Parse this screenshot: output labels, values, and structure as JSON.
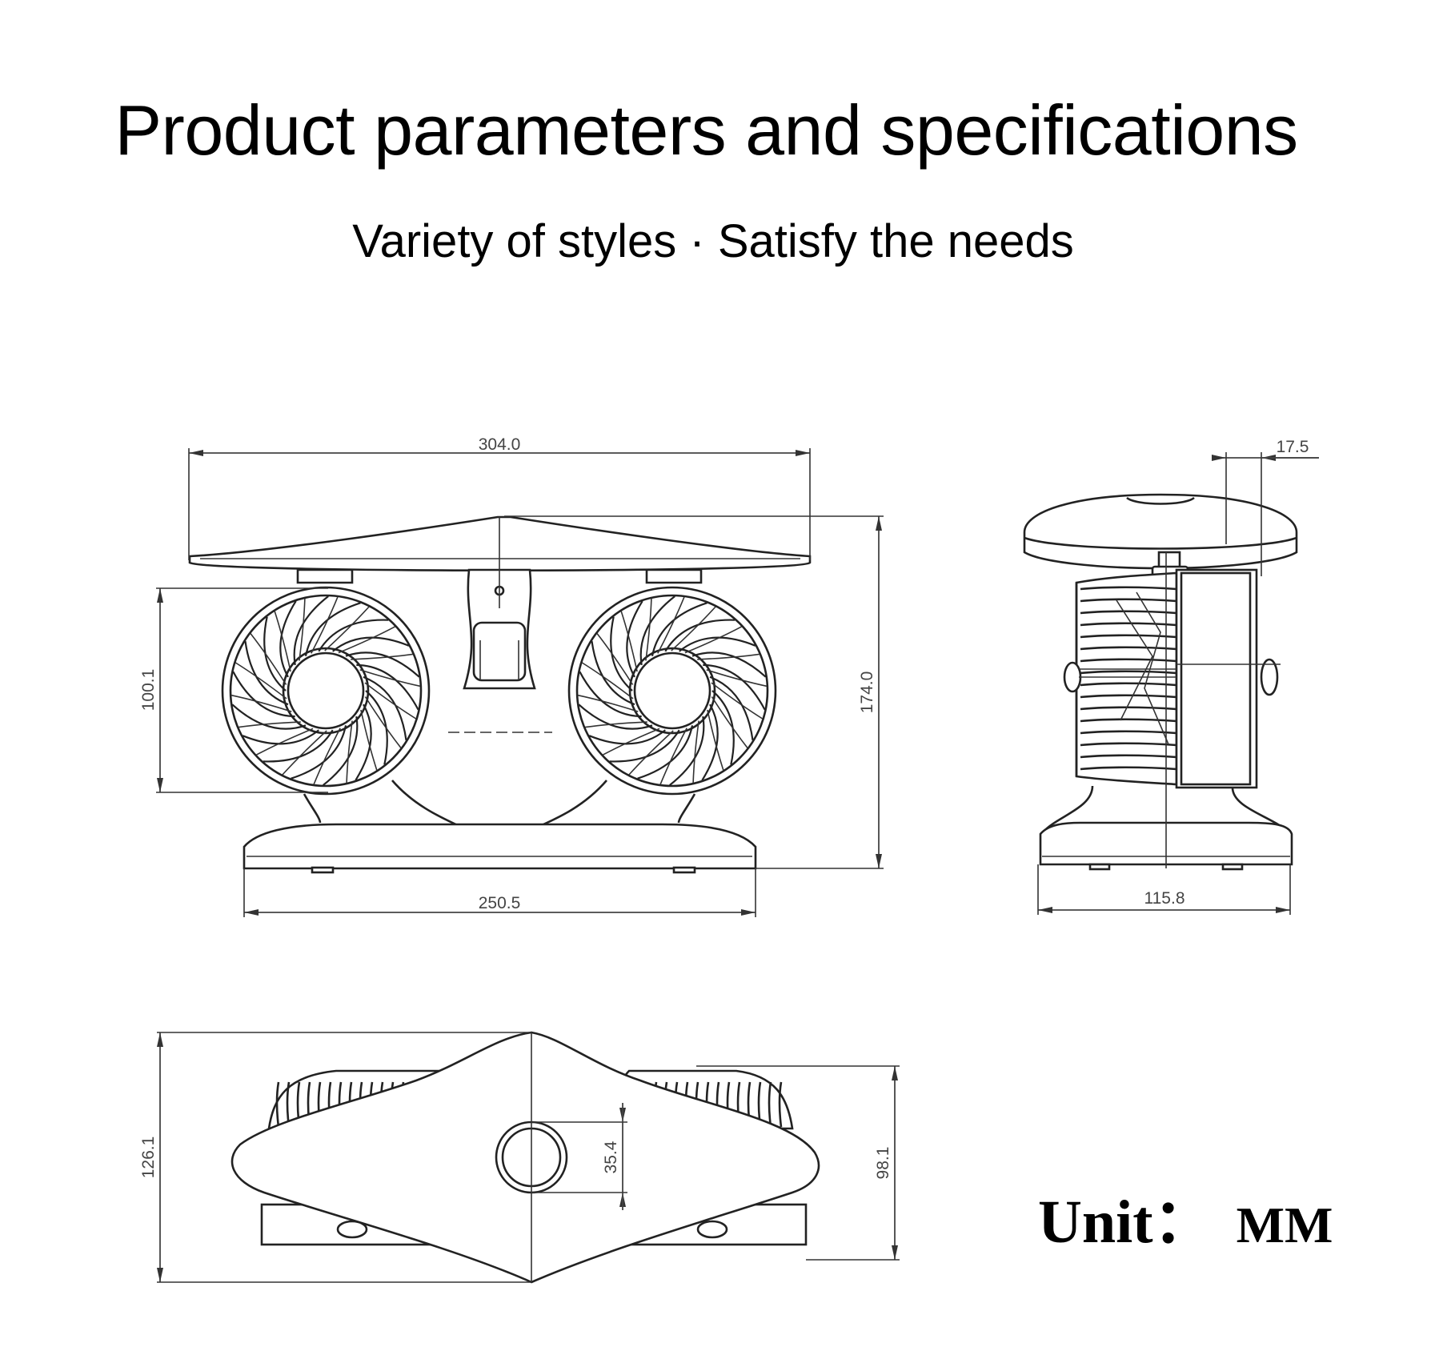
{
  "header": {
    "title": "Product parameters and specifications",
    "subtitle": "Variety of styles · Satisfy the needs"
  },
  "dimensions": {
    "front_width_top": "304.0",
    "front_fan_height": "100.1",
    "front_total_height": "174.0",
    "front_base_width": "250.5",
    "side_offset": "17.5",
    "side_base_width": "115.8",
    "top_depth": "126.1",
    "top_knob": "35.4",
    "top_fan_depth": "98.1"
  },
  "unit": {
    "label": "Unit：",
    "value": "MM"
  }
}
